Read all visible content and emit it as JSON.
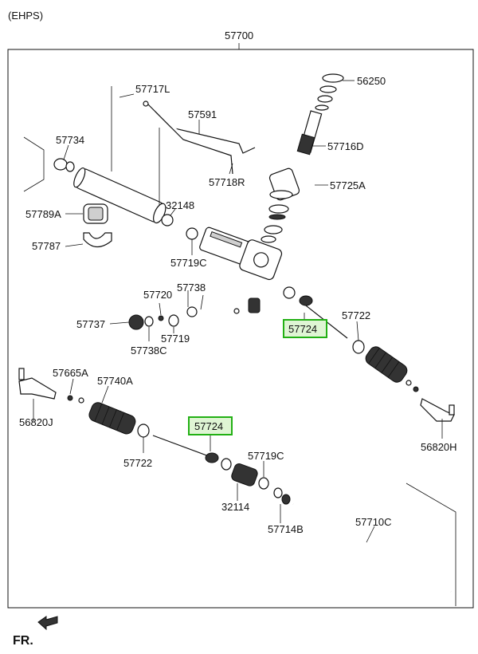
{
  "header": {
    "variant": "(EHPS)",
    "assembly_number": "57700"
  },
  "direction": {
    "label": "FR."
  },
  "highlight_color": "#22b014",
  "labels": [
    {
      "id": "56250",
      "text": "56250"
    },
    {
      "id": "57717L",
      "text": "57717L"
    },
    {
      "id": "57591",
      "text": "57591"
    },
    {
      "id": "57734",
      "text": "57734"
    },
    {
      "id": "57716D",
      "text": "57716D"
    },
    {
      "id": "57718R",
      "text": "57718R"
    },
    {
      "id": "57725A",
      "text": "57725A"
    },
    {
      "id": "32148",
      "text": "32148"
    },
    {
      "id": "57789A",
      "text": "57789A"
    },
    {
      "id": "57787",
      "text": "57787"
    },
    {
      "id": "57719C_top",
      "text": "57719C"
    },
    {
      "id": "57738",
      "text": "57738"
    },
    {
      "id": "57720",
      "text": "57720"
    },
    {
      "id": "57737",
      "text": "57737"
    },
    {
      "id": "57719",
      "text": "57719"
    },
    {
      "id": "57738C",
      "text": "57738C"
    },
    {
      "id": "57722_right",
      "text": "57722"
    },
    {
      "id": "57724_upper",
      "text": "57724",
      "highlighted": true
    },
    {
      "id": "57665A",
      "text": "57665A"
    },
    {
      "id": "57740A",
      "text": "57740A"
    },
    {
      "id": "56820J",
      "text": "56820J"
    },
    {
      "id": "56820H",
      "text": "56820H"
    },
    {
      "id": "57724_lower",
      "text": "57724",
      "highlighted": true
    },
    {
      "id": "57722_left",
      "text": "57722"
    },
    {
      "id": "57719C_bottom",
      "text": "57719C"
    },
    {
      "id": "32114",
      "text": "32114"
    },
    {
      "id": "57714B",
      "text": "57714B"
    },
    {
      "id": "57710C",
      "text": "57710C"
    }
  ]
}
